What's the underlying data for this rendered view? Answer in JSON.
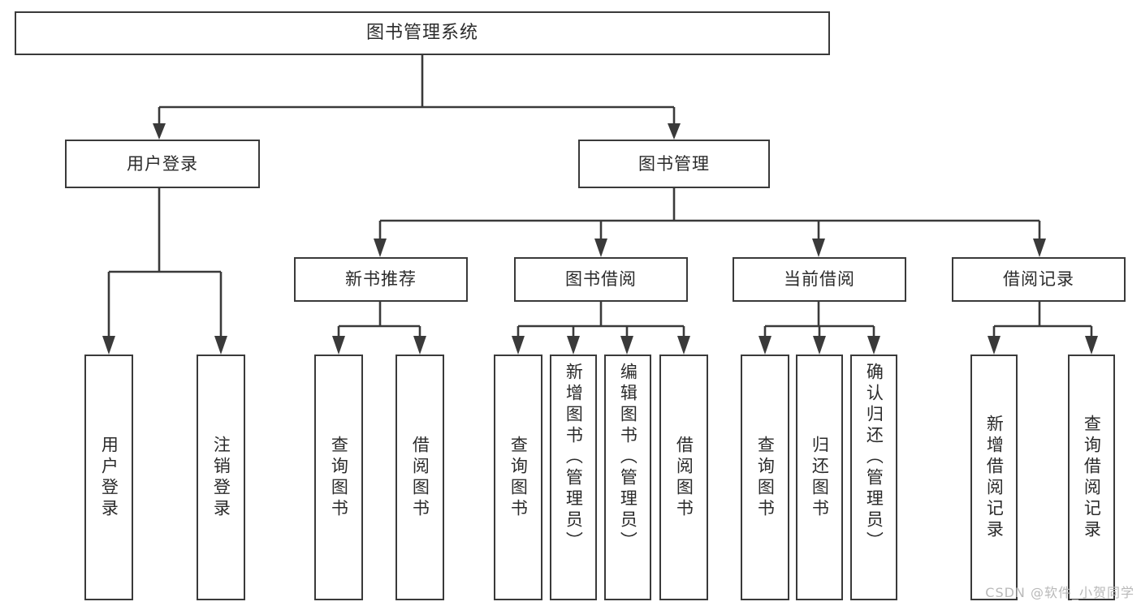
{
  "diagram": {
    "title": "图书管理系统",
    "type": "tree",
    "watermark": "CSDN @软件_小贺同学",
    "colors": {
      "stroke": "#3a3a3a",
      "box_fill": "#ffffff",
      "text": "#2b2b2b",
      "watermark": "#b9b9b9",
      "background": "#ffffff"
    },
    "nodes": {
      "root": {
        "label": "图书管理系统"
      },
      "level2": [
        {
          "id": "user-login",
          "label": "用户登录"
        },
        {
          "id": "book-manage",
          "label": "图书管理"
        }
      ],
      "level3": [
        {
          "id": "new-book-rec",
          "label": "新书推荐"
        },
        {
          "id": "book-borrow",
          "label": "图书借阅"
        },
        {
          "id": "current-borrow",
          "label": "当前借阅"
        },
        {
          "id": "borrow-record",
          "label": "借阅记录"
        }
      ],
      "leaves": {
        "user_login": [
          {
            "id": "leaf-user-login",
            "label": "用户登录"
          },
          {
            "id": "leaf-logout",
            "label": "注销登录"
          }
        ],
        "new_book_rec": [
          {
            "id": "leaf-query-book-1",
            "label": "查询图书"
          },
          {
            "id": "leaf-borrow-book-1",
            "label": "借阅图书"
          }
        ],
        "book_borrow": [
          {
            "id": "leaf-query-book-2",
            "label": "查询图书"
          },
          {
            "id": "leaf-add-book",
            "label": "新增图书（管理员）"
          },
          {
            "id": "leaf-edit-book",
            "label": "编辑图书（管理员）"
          },
          {
            "id": "leaf-borrow-book-2",
            "label": "借阅图书"
          }
        ],
        "current_borrow": [
          {
            "id": "leaf-query-book-3",
            "label": "查询图书"
          },
          {
            "id": "leaf-return-book",
            "label": "归还图书"
          },
          {
            "id": "leaf-confirm-return",
            "label": "确认归还（管理员）"
          }
        ],
        "borrow_record": [
          {
            "id": "leaf-add-record",
            "label": "新增借阅记录"
          },
          {
            "id": "leaf-query-record",
            "label": "查询借阅记录"
          }
        ]
      }
    }
  }
}
